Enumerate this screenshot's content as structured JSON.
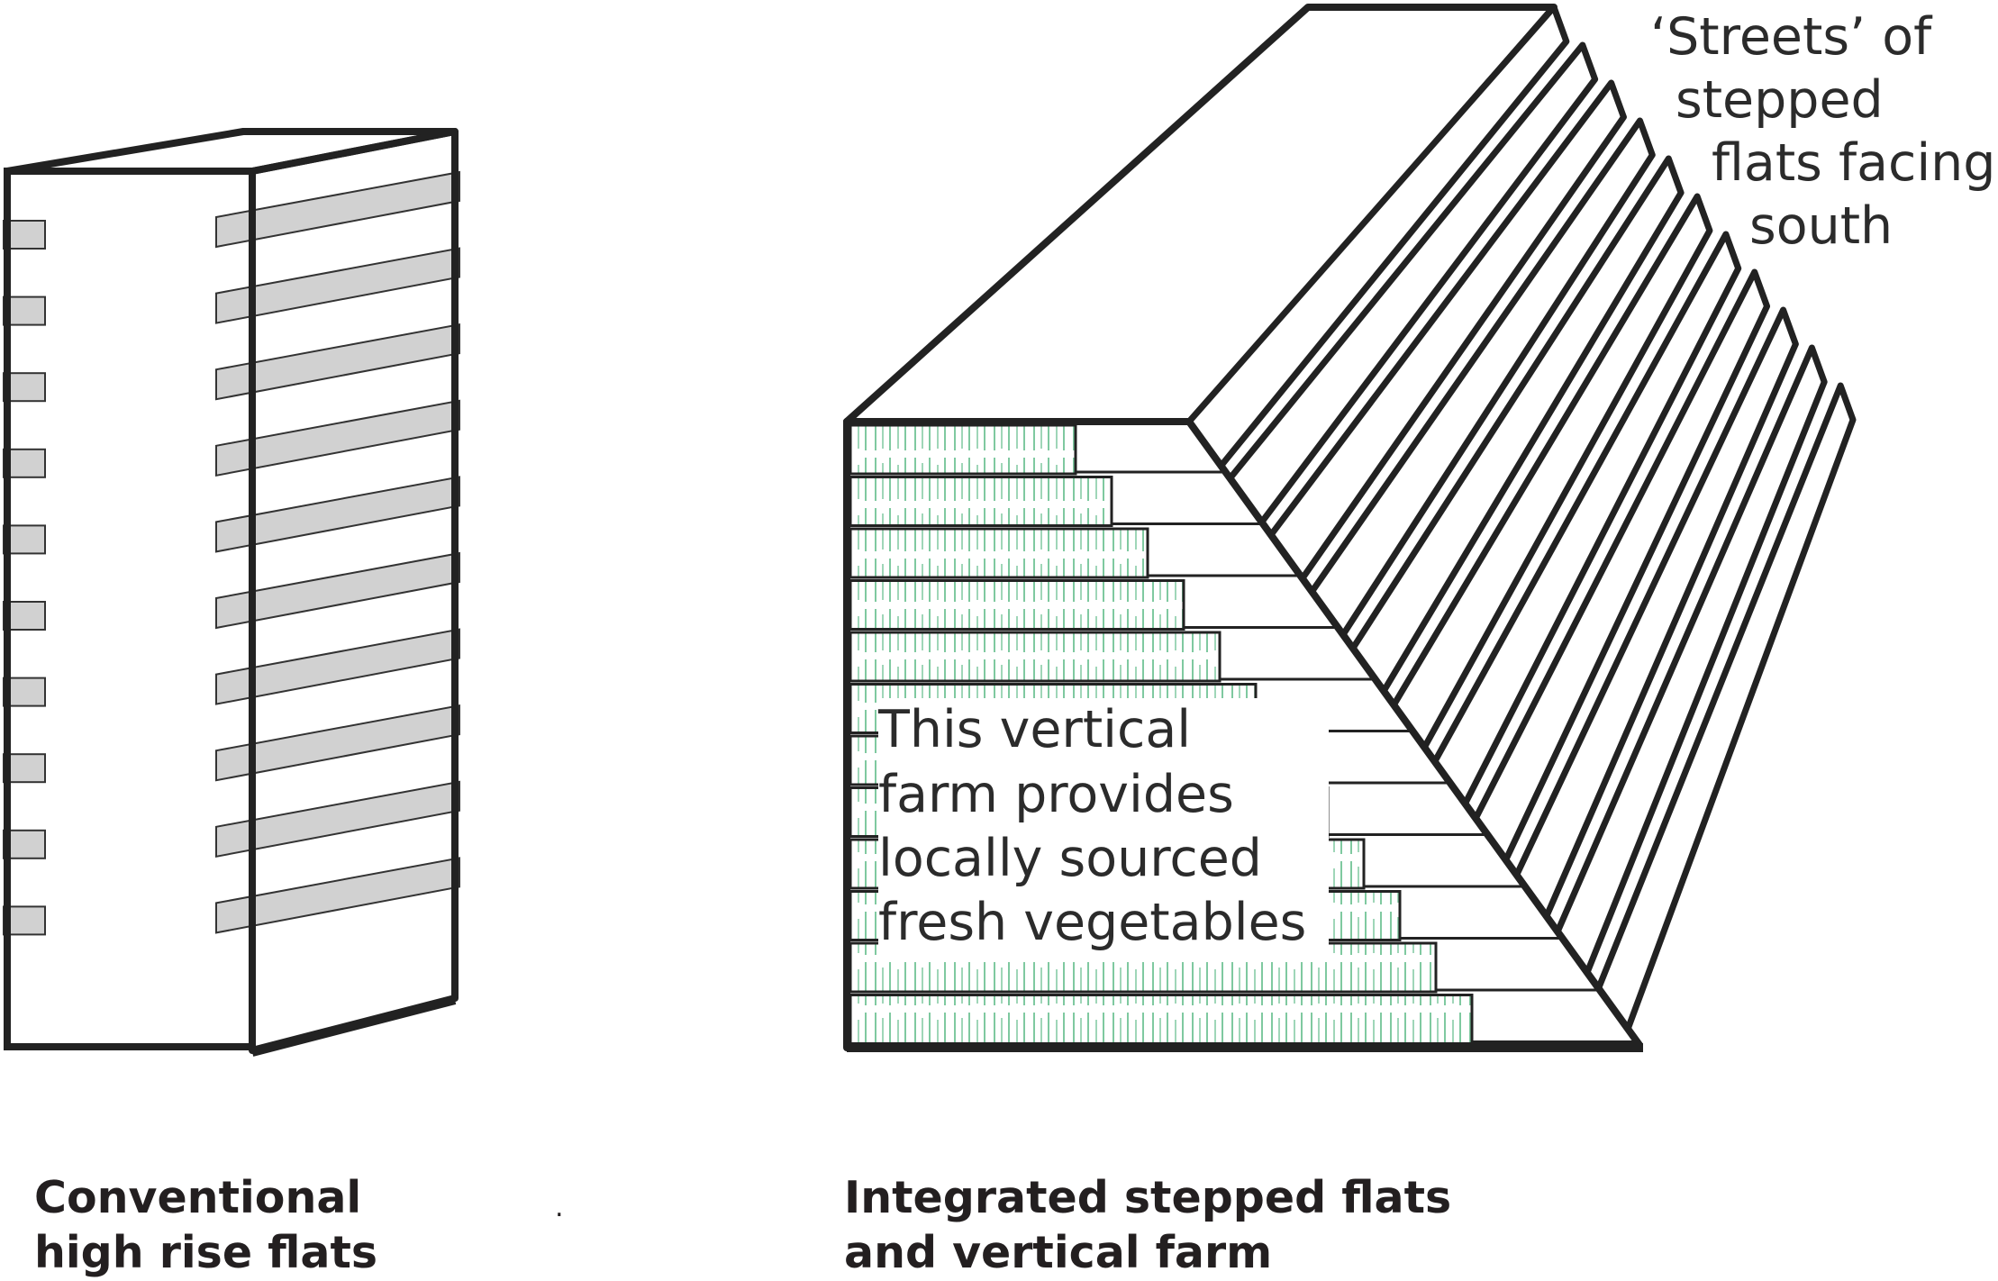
{
  "diagram": {
    "building_stroke": "#222222",
    "balcony_fill": "#d1d1d1",
    "farm_stripe_color": "#7fc9a0",
    "left_building": {
      "name": "Conventional high rise flats",
      "caption_lines": [
        "Conventional",
        "high rise flats"
      ]
    },
    "right_building": {
      "name": "Integrated stepped flats and vertical farm",
      "caption_lines": [
        "Integrated stepped flats",
        "and vertical farm"
      ]
    },
    "streets_label_lines": [
      "‘Streets’ of",
      "stepped",
      "flats facing",
      "south"
    ],
    "farm_label_lines": [
      "This vertical",
      "farm provides",
      "locally sourced",
      "fresh vegetables"
    ],
    "separator_dot": "."
  }
}
